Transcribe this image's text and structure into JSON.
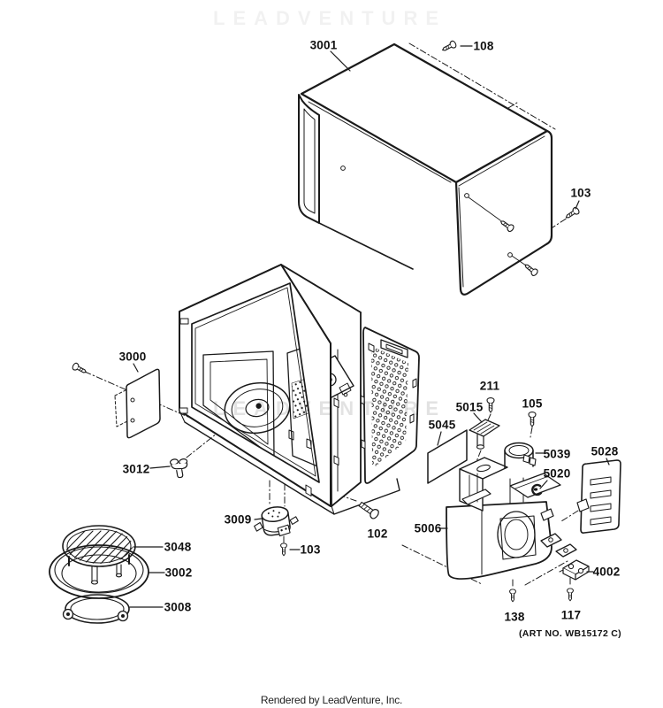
{
  "diagram": {
    "watermark": "LEADVENTURE",
    "art_no": "(ART NO. WB15172 C)",
    "footer": "Rendered by LeadVenture, Inc."
  },
  "colors": {
    "line": "#1a1a1a",
    "watermark_gray": "#e3e3e3"
  },
  "parts": [
    {
      "label": "3001"
    },
    {
      "label": "108"
    },
    {
      "label": "103"
    },
    {
      "label": "3000"
    },
    {
      "label": "3012"
    },
    {
      "label": "3009"
    },
    {
      "label": "103"
    },
    {
      "label": "102"
    },
    {
      "label": "3048"
    },
    {
      "label": "3002"
    },
    {
      "label": "3008"
    },
    {
      "label": "211"
    },
    {
      "label": "5015"
    },
    {
      "label": "5045"
    },
    {
      "label": "105"
    },
    {
      "label": "5039"
    },
    {
      "label": "5020"
    },
    {
      "label": "5028"
    },
    {
      "label": "5006"
    },
    {
      "label": "4002"
    },
    {
      "label": "138"
    },
    {
      "label": "117"
    }
  ]
}
